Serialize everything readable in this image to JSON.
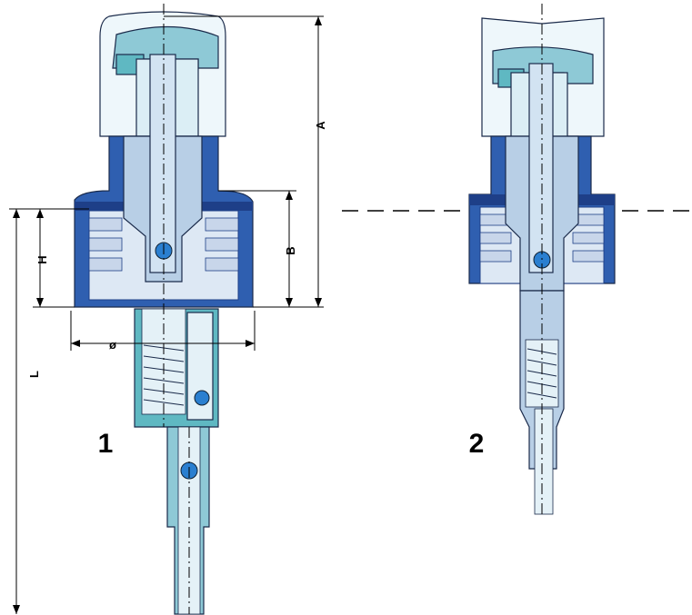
{
  "figures": {
    "one": {
      "label": "1"
    },
    "two": {
      "label": "2"
    }
  },
  "dimensions": {
    "A": "A",
    "B": "B",
    "H": "H",
    "L": "L",
    "diameter": "ø"
  },
  "colors": {
    "closure_blue": "#2f5fb0",
    "closure_dark": "#1e3f88",
    "actuator_light": "#dbeef5",
    "actuator_teal": "#8ec9d6",
    "stem_blue": "#b8cfe6",
    "spring_teal": "#5fb8c2",
    "ball_blue": "#2a7fd0",
    "tube_light": "#e4f1f7"
  }
}
